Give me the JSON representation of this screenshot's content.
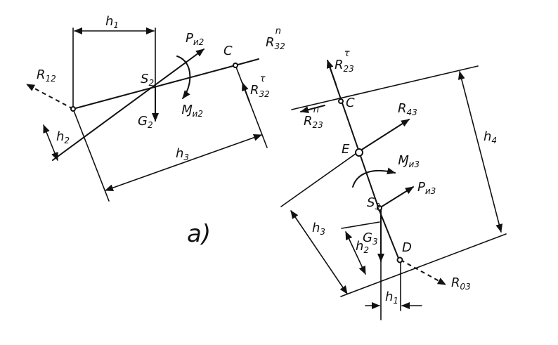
{
  "figure_a": {
    "caption": "а)",
    "h1": {
      "main": "h",
      "sub": "1"
    },
    "h2": {
      "main": "h",
      "sub": "2"
    },
    "h3": {
      "main": "h",
      "sub": "3"
    },
    "R12": {
      "main": "R",
      "sub": "12"
    },
    "S2": {
      "main": "S",
      "sub": "2"
    },
    "G2": {
      "main": "G",
      "sub": "2"
    },
    "Pu2": {
      "main": "P",
      "sub": "и2"
    },
    "Mu2": {
      "main": "Ɱ",
      "sub": "и2"
    },
    "C": {
      "main": "C"
    },
    "R32n": {
      "main": "R",
      "sub": "32",
      "sup": "n"
    },
    "R32t": {
      "main": "R",
      "sub": "32",
      "sup": "τ"
    }
  },
  "figure_b": {
    "R23t": {
      "main": "R",
      "sub": "23",
      "sup": "τ"
    },
    "R23n": {
      "main": "R",
      "sub": "23",
      "sup": "n"
    },
    "C": {
      "main": "C"
    },
    "R43": {
      "main": "R",
      "sub": "43"
    },
    "E": {
      "main": "E"
    },
    "Mu3": {
      "main": "Ɱ",
      "sub": "и3"
    },
    "Pu3": {
      "main": "P",
      "sub": "и3"
    },
    "S3": {
      "main": "S",
      "sub": "3"
    },
    "G3": {
      "main": "G",
      "sub": "3"
    },
    "D": {
      "main": "D"
    },
    "R03": {
      "main": "R",
      "sub": "03"
    },
    "h1": {
      "main": "h",
      "sub": "1"
    },
    "h2": {
      "main": "h",
      "sub": "2"
    },
    "h3": {
      "main": "h",
      "sub": "3"
    },
    "h4": {
      "main": "h",
      "sub": "4"
    }
  }
}
